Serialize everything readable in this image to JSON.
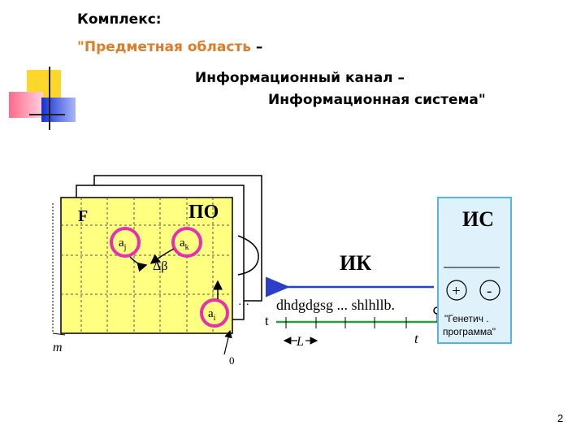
{
  "header": {
    "line1": "Комплекс:",
    "line2_part": "\"Предметная область",
    "dash": " –",
    "line3": "Информационный канал –",
    "line4": "Информационная система\""
  },
  "diagram": {
    "frame_label": "F",
    "po_label": "ПО",
    "aj": "a",
    "aj_sub": "j",
    "ak": "a",
    "ak_sub": "k",
    "ai": "a",
    "ai_sub": "i",
    "delta_beta": "Δβ",
    "m_label": "m",
    "zero_label": "0",
    "dots": "…",
    "ik_label": "ИК",
    "channel_text": "dhdgdgsg ... shlhllb.",
    "t_left": "t",
    "t_right": "t",
    "L_label": "L",
    "is_label": "ИС",
    "plus": "+",
    "minus": "-",
    "genetic_line1": "\"Генетич .",
    "genetic_line2": "программа\""
  },
  "colors": {
    "accent_orange": "#e07b26",
    "yellow_sheet": "#ffff80",
    "magenta_circle": "#e82fb0",
    "blue_arrow": "#2b3fc9",
    "green_axis": "#2e9b3c",
    "panel_blue": "#dff1fb",
    "panel_border": "#5ab3e6"
  },
  "page_number": "2"
}
